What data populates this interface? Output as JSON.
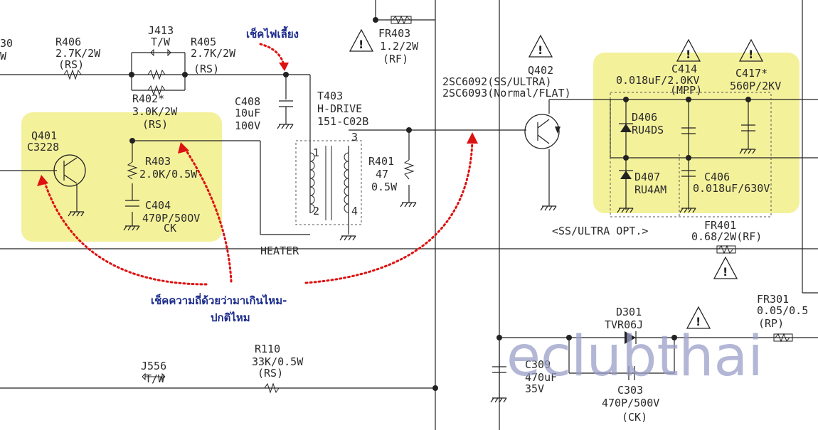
{
  "annotations": {
    "heater_check": "เช็คไฟเลี้ยง",
    "freq_check_line1": "เช็คความถี่ด้วยว่ามาเกินไหม-",
    "freq_check_line2": "ปกติไหม",
    "watermark": "eclubthai",
    "highlight_color": "#f2ef8a",
    "arrow_color": "#dd1111"
  },
  "labels": {
    "edge30": "30",
    "edgew": "W",
    "r406": [
      "R406",
      "2.7K/2W",
      "(RS)"
    ],
    "j413": [
      "J413",
      "T/W"
    ],
    "r405": [
      "R405",
      "2.7K/2W",
      "(RS)"
    ],
    "r402": [
      "R402*",
      "3.0K/2W",
      "(RS)"
    ],
    "c408": [
      "C408",
      "10uF",
      "100V"
    ],
    "t403": [
      "T403",
      "H-DRIVE",
      "151-C02B"
    ],
    "fr403": [
      "FR403",
      "1.2/2W",
      "(RF)"
    ],
    "q402": [
      "Q402",
      "2SC6092(SS/ULTRA)",
      "2SC6093(Normal/FLAT)"
    ],
    "c414": [
      "C414",
      "0.018uF/2.0KV",
      "(MPP)"
    ],
    "c417": [
      "C417*",
      "560P/2KV"
    ],
    "d406": [
      "D406",
      "RU4DS"
    ],
    "d407": [
      "D407",
      "RU4AM"
    ],
    "c406": [
      "C406",
      "0.018uF/630V"
    ],
    "opt": "<SS/ULTRA OPT.>",
    "fr401": [
      "FR401",
      "0.68/2W(RF)"
    ],
    "q401": [
      "Q401",
      "C3228"
    ],
    "r403": [
      "R403",
      "2.0K/0.5W"
    ],
    "c404": [
      "C404",
      "470P/50OV",
      "CK"
    ],
    "r401": [
      "R401",
      "47",
      "0.5W"
    ],
    "heater": "HEATER",
    "t_pin1": "1",
    "t_pin2": "2",
    "t_pin3": "3",
    "t_pin4": "4",
    "fr301": [
      "FR301",
      "0.05/0.5",
      "(RP)"
    ],
    "d301": [
      "D301",
      "TVR06J"
    ],
    "c309": [
      "C309",
      "470uF",
      "35V"
    ],
    "c303": [
      "C303",
      "470P/500V",
      "(CK)"
    ],
    "r110": [
      "R110",
      "33K/0.5W",
      "(RS)"
    ],
    "j556": [
      "J556",
      "T/W"
    ]
  }
}
